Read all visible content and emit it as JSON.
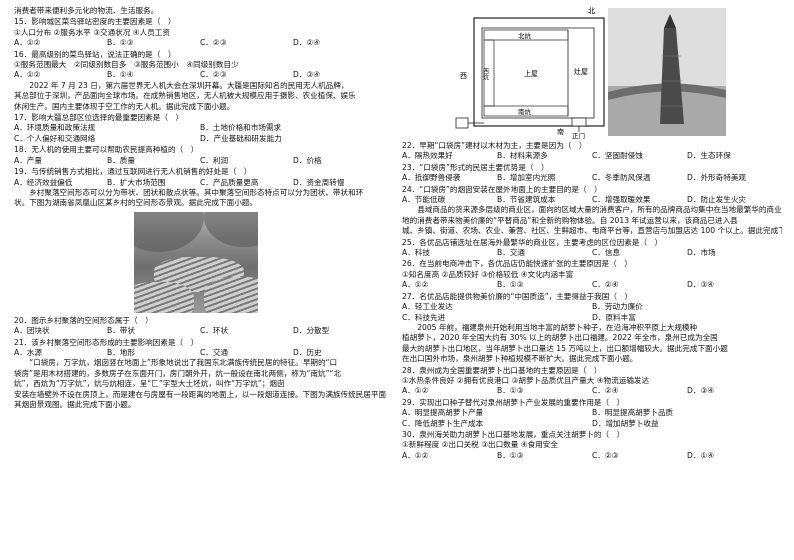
{
  "left": {
    "line0": "消费者带来便利多元化的物流、生活服务。",
    "q15": {
      "stem": "15．影响城区菜鸟驿站密度的主要因素是（　）",
      "items": "①人口分布 ②服务水平 ③交通状况 ④人员工资",
      "options": [
        "A．①②",
        "B．①③",
        "C．②③",
        "D．②④"
      ]
    },
    "q16": {
      "stem": "16．最高级别的菜鸟驿站，说法正确的是（　）",
      "items1": "①服务范围最大　②同级别数目多　③服务范围小　④同级别数目少",
      "options": [
        "A．①②",
        "B．①④",
        "C．②③",
        "D．③④"
      ]
    },
    "passage1": [
      "2022 年 7 月 23 日，第六届世界无人机大会在深圳开幕。大疆是国际知名的民用无人机品牌，",
      "其总部位于深圳，产品面向全球市场。在成熟销售地区，无人机被大规模应用于摄影、农业植保、娱乐",
      "休闲生产。国内主要体现于空工作的无人机。据此完成下面小题。"
    ],
    "q17": {
      "stem": "17．影响大疆总部区位选择的最重要因素是（　）",
      "options1": [
        "A．环境质量和政策法规",
        "B．土地价格和市场需求"
      ],
      "options2": [
        "C．个人偏好和交通网络",
        "D．产业基础和研发能力"
      ]
    },
    "q18": {
      "stem": "18．无人机的使用主要可以帮助农民提高种植的（　）",
      "options": [
        "A．产量",
        "B．质量",
        "C．利润",
        "D．价格"
      ]
    },
    "q19": {
      "stem": "19．与传统销售方式相比，通过互联网进行无人机销售的好处是（　）",
      "options": [
        "A．经济效益偏低",
        "B．扩大市场范围",
        "C．产品质量更高",
        "D．资金周转慢"
      ]
    },
    "passage2": [
      "乡村聚落空间形态可以分为带状、团状和散点状等。其中聚落空间形态特点可以分为团状、带状和环",
      "状。下图为湖南省凤凰山区某乡村的空间形态景观。据此完成下面小题。"
    ],
    "q20": {
      "stem": "20．图示乡村聚落的空间形态属于（　）",
      "options": [
        "A．团块状",
        "B．带状",
        "C．环状",
        "D．分散型"
      ]
    },
    "q21": {
      "stem": "21．该乡村聚落空间形态形成的主要影响因素是（　）",
      "options": [
        "A．水源",
        "B．地形",
        "C．交通",
        "D．历史"
      ]
    },
    "passage3": [
      "“口袋房，万字炕，烟囱竖在地面上”形象地说出了我国东北满族传统民居的特征。早期的“口",
      "袋房”是用木材搭建的，多数房子在东面开门，房门朝外开，炕一般设在南北两侧，称为“南炕”“北",
      "炕”，西炕为“万字炕”，炕与炕相连，呈“匚”字型大土坯炕，叫作“万字炕”；烟囱",
      "安装在墙壁外不设在房顶上，而是建在与房屋有一段距离的地面上，以一段烟道连接。下图为满族传统民居平面示意图和",
      "其烟囱景观图。据此完成下面小题。"
    ]
  },
  "right": {
    "diagram": {
      "north": "北",
      "south": "南",
      "west": "西",
      "north_kang": "北炕",
      "south_kang": "南炕",
      "west_kang": "西炕",
      "main_room": "上屋",
      "outer_room": "灶屋",
      "door": "正门"
    },
    "q22": {
      "stem": "22．早期“口袋房”建材以木材为主，主要是因为（　）",
      "options": [
        "A．隔热效果好",
        "B．材料来源多",
        "C．坚固耐侵蚀",
        "D．生态环保"
      ]
    },
    "q23": {
      "stem": "23．“口袋房”形式的民居主要优势是（　）",
      "options": [
        "A．抵御野兽侵袭",
        "B．增加室内光照",
        "C．冬季防风保温",
        "D．外形奇特美观"
      ]
    },
    "q24": {
      "stem": "24．“口袋房”的烟囱安装在屋外地面上的主要目的是（　）",
      "options": [
        "A．节能低碳",
        "B．节省建筑成本",
        "C．增强取暖效果",
        "D．防止发生火灾"
      ]
    },
    "passage4": [
      "县域商品的货来源多层级的商业区，面向的区域大量的消费客户，所有的品牌商品均集中在当地最繁华的商业区，为当",
      "地的消费者带来物美价廉的“平替商品”和全新的购物体验。自 2013 年试运营以来，该商品已进入县",
      "城、乡镇、街道、农场、农业、兼营、社区、生鲜超市、电商平台等，直营店与加盟店达 100 个以上。据此完成下面小题。"
    ],
    "q25": {
      "stem": "25．各优品店铺选址在居海外最繁华的商业区，主要考虑的区位因素是（　）",
      "options": [
        "A．科技",
        "B．交通",
        "C．信息",
        "D．市场"
      ]
    },
    "q26": {
      "stem": "26．在当前电商冲击下，各优品店仍能快速扩张的主要原因是（　）",
      "items": "①知名度高 ②品质较好 ③价格较低 ④文化内涵丰富",
      "options": [
        "A．①②",
        "B．①③",
        "C．②④",
        "D．③④"
      ]
    },
    "q27": {
      "stem": "27．名优品店能提供物美价廉的“中国质造”，主要得益于我国（　）",
      "options1": [
        "A．轻工业发达",
        "B．劳动力廉价"
      ],
      "options2": [
        "C．科技先进",
        "D．原料丰富"
      ]
    },
    "passage5": [
      "2005 年前，福建泉州开始利用当地丰富的胡萝卜种子，在沿海冲积平原上大规模种",
      "植胡萝卜，2020 年全国大约有 30% 以上的胡萝卜出口福建。2022 年全市，泉州已成为全国",
      "最大的胡萝卜出口地区，当年胡萝卜出口量达 15 万吨以上，出口额增幅较大。据此完成下面小题",
      "在出口国外市场，泉州胡萝卜种植规模不断扩大。据此完成下面小题。"
    ],
    "q28": {
      "stem": "28．泉州成为全国重要胡萝卜出口基地的主要原因是（　）",
      "items": "①水热条件良好 ②拥有优良港口 ③胡萝卜品质优且产量大 ④物流运输发达",
      "options": [
        "A．①②",
        "B．①③",
        "C．②④",
        "D．③④"
      ]
    },
    "q29": {
      "stem": "29．实现出口种子替代对泉州胡萝卜产业发展的重要作用是（　）",
      "options1": [
        "A．明显提高胡萝卜产量",
        "B．明显提高胡萝卜品质"
      ],
      "options2": [
        "C．降低胡萝卜生产成本",
        "D．增加胡萝卜收益"
      ]
    },
    "q30": {
      "stem": "30．泉州海关助力胡萝卜出口基地发展，重点关注胡萝卜的（　）",
      "items": "①新鲜程度 ②出口关税 ③出口数量 ④食用安全",
      "options": [
        "A．①②",
        "B．①③",
        "C．②③",
        "D．①④"
      ]
    }
  }
}
